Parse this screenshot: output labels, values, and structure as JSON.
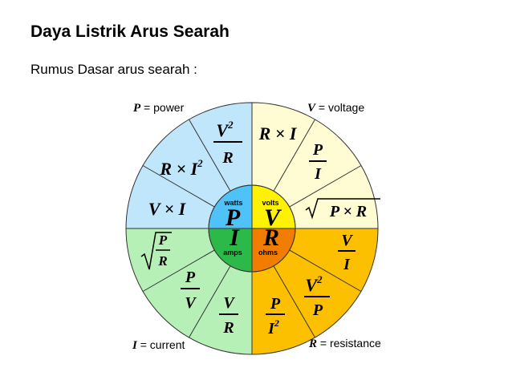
{
  "title": "Daya Listrik Arus Searah",
  "subtitle": "Rumus Dasar arus searah :",
  "colors": {
    "power_outer": "#bfe6fb",
    "voltage_outer": "#fffbd2",
    "current_outer": "#b7f0b7",
    "resistance_outer": "#fcc000",
    "power_inner": "#4fc3f7",
    "voltage_inner": "#fff200",
    "current_inner": "#2db84a",
    "resistance_inner": "#f07d00"
  },
  "corners": {
    "power": {
      "symbol": "P",
      "text": " = power"
    },
    "voltage": {
      "symbol": "V",
      "text": " = voltage"
    },
    "current": {
      "symbol": "I",
      "text": " = current"
    },
    "resistance": {
      "symbol": "R",
      "text": " = resistance"
    }
  },
  "center": {
    "power": {
      "unit": "watts",
      "symbol": "P"
    },
    "voltage": {
      "unit": "volts",
      "symbol": "V"
    },
    "current": {
      "unit": "amps",
      "symbol": "I"
    },
    "resistance": {
      "unit": "ohms",
      "symbol": "R"
    }
  },
  "formulas": {
    "p_v2_r": {
      "num": "V",
      "sup": "2",
      "den": "R"
    },
    "p_ri2": {
      "base": "R × I",
      "sup": "2"
    },
    "p_vi": {
      "text": "V × I"
    },
    "v_ri": {
      "text": "R × I"
    },
    "v_p_i": {
      "num": "P",
      "den": "I"
    },
    "v_sqrt_pr": {
      "text": "P × R"
    },
    "i_sqrt_p_r": {
      "num": "P",
      "den": "R"
    },
    "i_p_v": {
      "num": "P",
      "den": "V"
    },
    "i_v_r": {
      "num": "V",
      "den": "R"
    },
    "r_v_i": {
      "num": "V",
      "den": "I"
    },
    "r_v2_p": {
      "num": "V",
      "sup": "2",
      "den": "P"
    },
    "r_p_i2": {
      "num": "P",
      "den": "I",
      "sup": "2"
    }
  }
}
